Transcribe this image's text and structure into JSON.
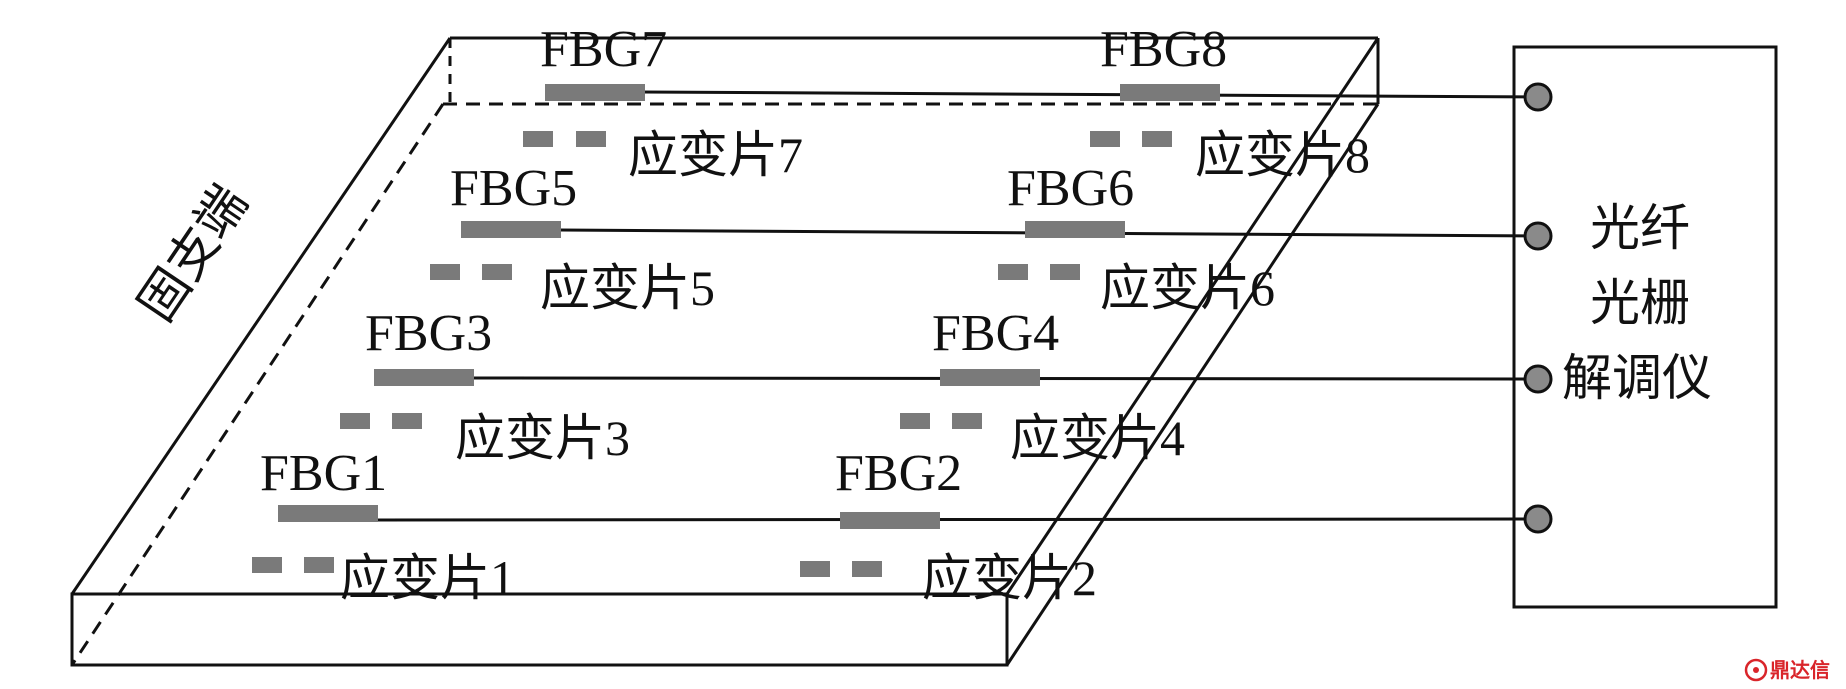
{
  "plate": {
    "fixed_end_label": "固支端"
  },
  "sensors": [
    {
      "fbg": "FBG1",
      "gauge": "应变片1"
    },
    {
      "fbg": "FBG2",
      "gauge": "应变片2"
    },
    {
      "fbg": "FBG3",
      "gauge": "应变片3"
    },
    {
      "fbg": "FBG4",
      "gauge": "应变片4"
    },
    {
      "fbg": "FBG5",
      "gauge": "应变片5"
    },
    {
      "fbg": "FBG6",
      "gauge": "应变片6"
    },
    {
      "fbg": "FBG7",
      "gauge": "应变片7"
    },
    {
      "fbg": "FBG8",
      "gauge": "应变片8"
    }
  ],
  "demodulator": {
    "label_line1": "光纤",
    "label_line2": "光栅",
    "label_line3": "解调仪"
  },
  "watermark": {
    "text": "鼎达信"
  },
  "colors": {
    "line": "#111111",
    "grating": "#7a7a7a",
    "port_fill": "#8a8a8a"
  }
}
